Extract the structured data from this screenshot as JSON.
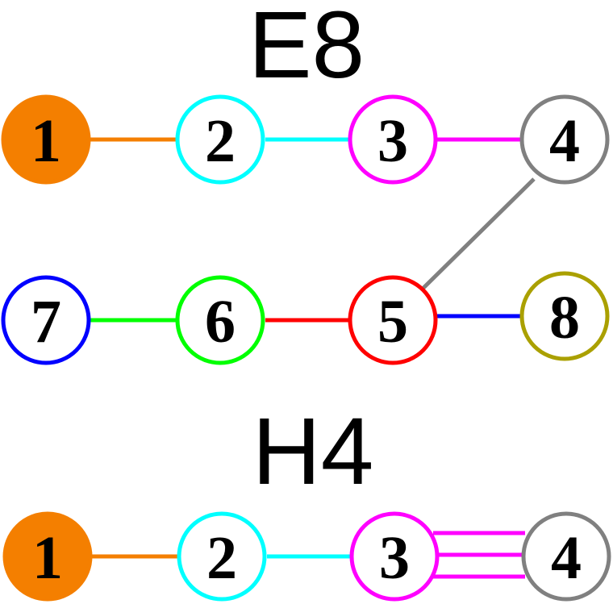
{
  "diagrams": [
    {
      "title": "E8",
      "nodes": [
        {
          "label": "1",
          "color": "#f47f00",
          "filled": true
        },
        {
          "label": "2",
          "color": "#00ffff",
          "filled": false
        },
        {
          "label": "3",
          "color": "#ff00ff",
          "filled": false
        },
        {
          "label": "4",
          "color": "#808080",
          "filled": false
        },
        {
          "label": "5",
          "color": "#ff0000",
          "filled": false
        },
        {
          "label": "6",
          "color": "#00ff00",
          "filled": false
        },
        {
          "label": "7",
          "color": "#0000ff",
          "filled": false
        },
        {
          "label": "8",
          "color": "#aaa000",
          "filled": false
        }
      ],
      "edges": [
        {
          "from": "1",
          "to": "2",
          "color": "#f47f00",
          "multiplicity": 1
        },
        {
          "from": "2",
          "to": "3",
          "color": "#00ffff",
          "multiplicity": 1
        },
        {
          "from": "3",
          "to": "4",
          "color": "#ff00ff",
          "multiplicity": 1
        },
        {
          "from": "4",
          "to": "5",
          "color": "#808080",
          "multiplicity": 1
        },
        {
          "from": "6",
          "to": "5",
          "color": "#ff0000",
          "multiplicity": 1
        },
        {
          "from": "7",
          "to": "6",
          "color": "#00ff00",
          "multiplicity": 1
        },
        {
          "from": "5",
          "to": "8",
          "color": "#0000ff",
          "multiplicity": 1
        }
      ]
    },
    {
      "title": "H4",
      "nodes": [
        {
          "label": "1",
          "color": "#f47f00",
          "filled": true
        },
        {
          "label": "2",
          "color": "#00ffff",
          "filled": false
        },
        {
          "label": "3",
          "color": "#ff00ff",
          "filled": false
        },
        {
          "label": "4",
          "color": "#808080",
          "filled": false
        }
      ],
      "edges": [
        {
          "from": "1",
          "to": "2",
          "color": "#f47f00",
          "multiplicity": 1
        },
        {
          "from": "2",
          "to": "3",
          "color": "#00ffff",
          "multiplicity": 1
        },
        {
          "from": "3",
          "to": "4",
          "color": "#ff00ff",
          "multiplicity": 3
        }
      ]
    }
  ]
}
